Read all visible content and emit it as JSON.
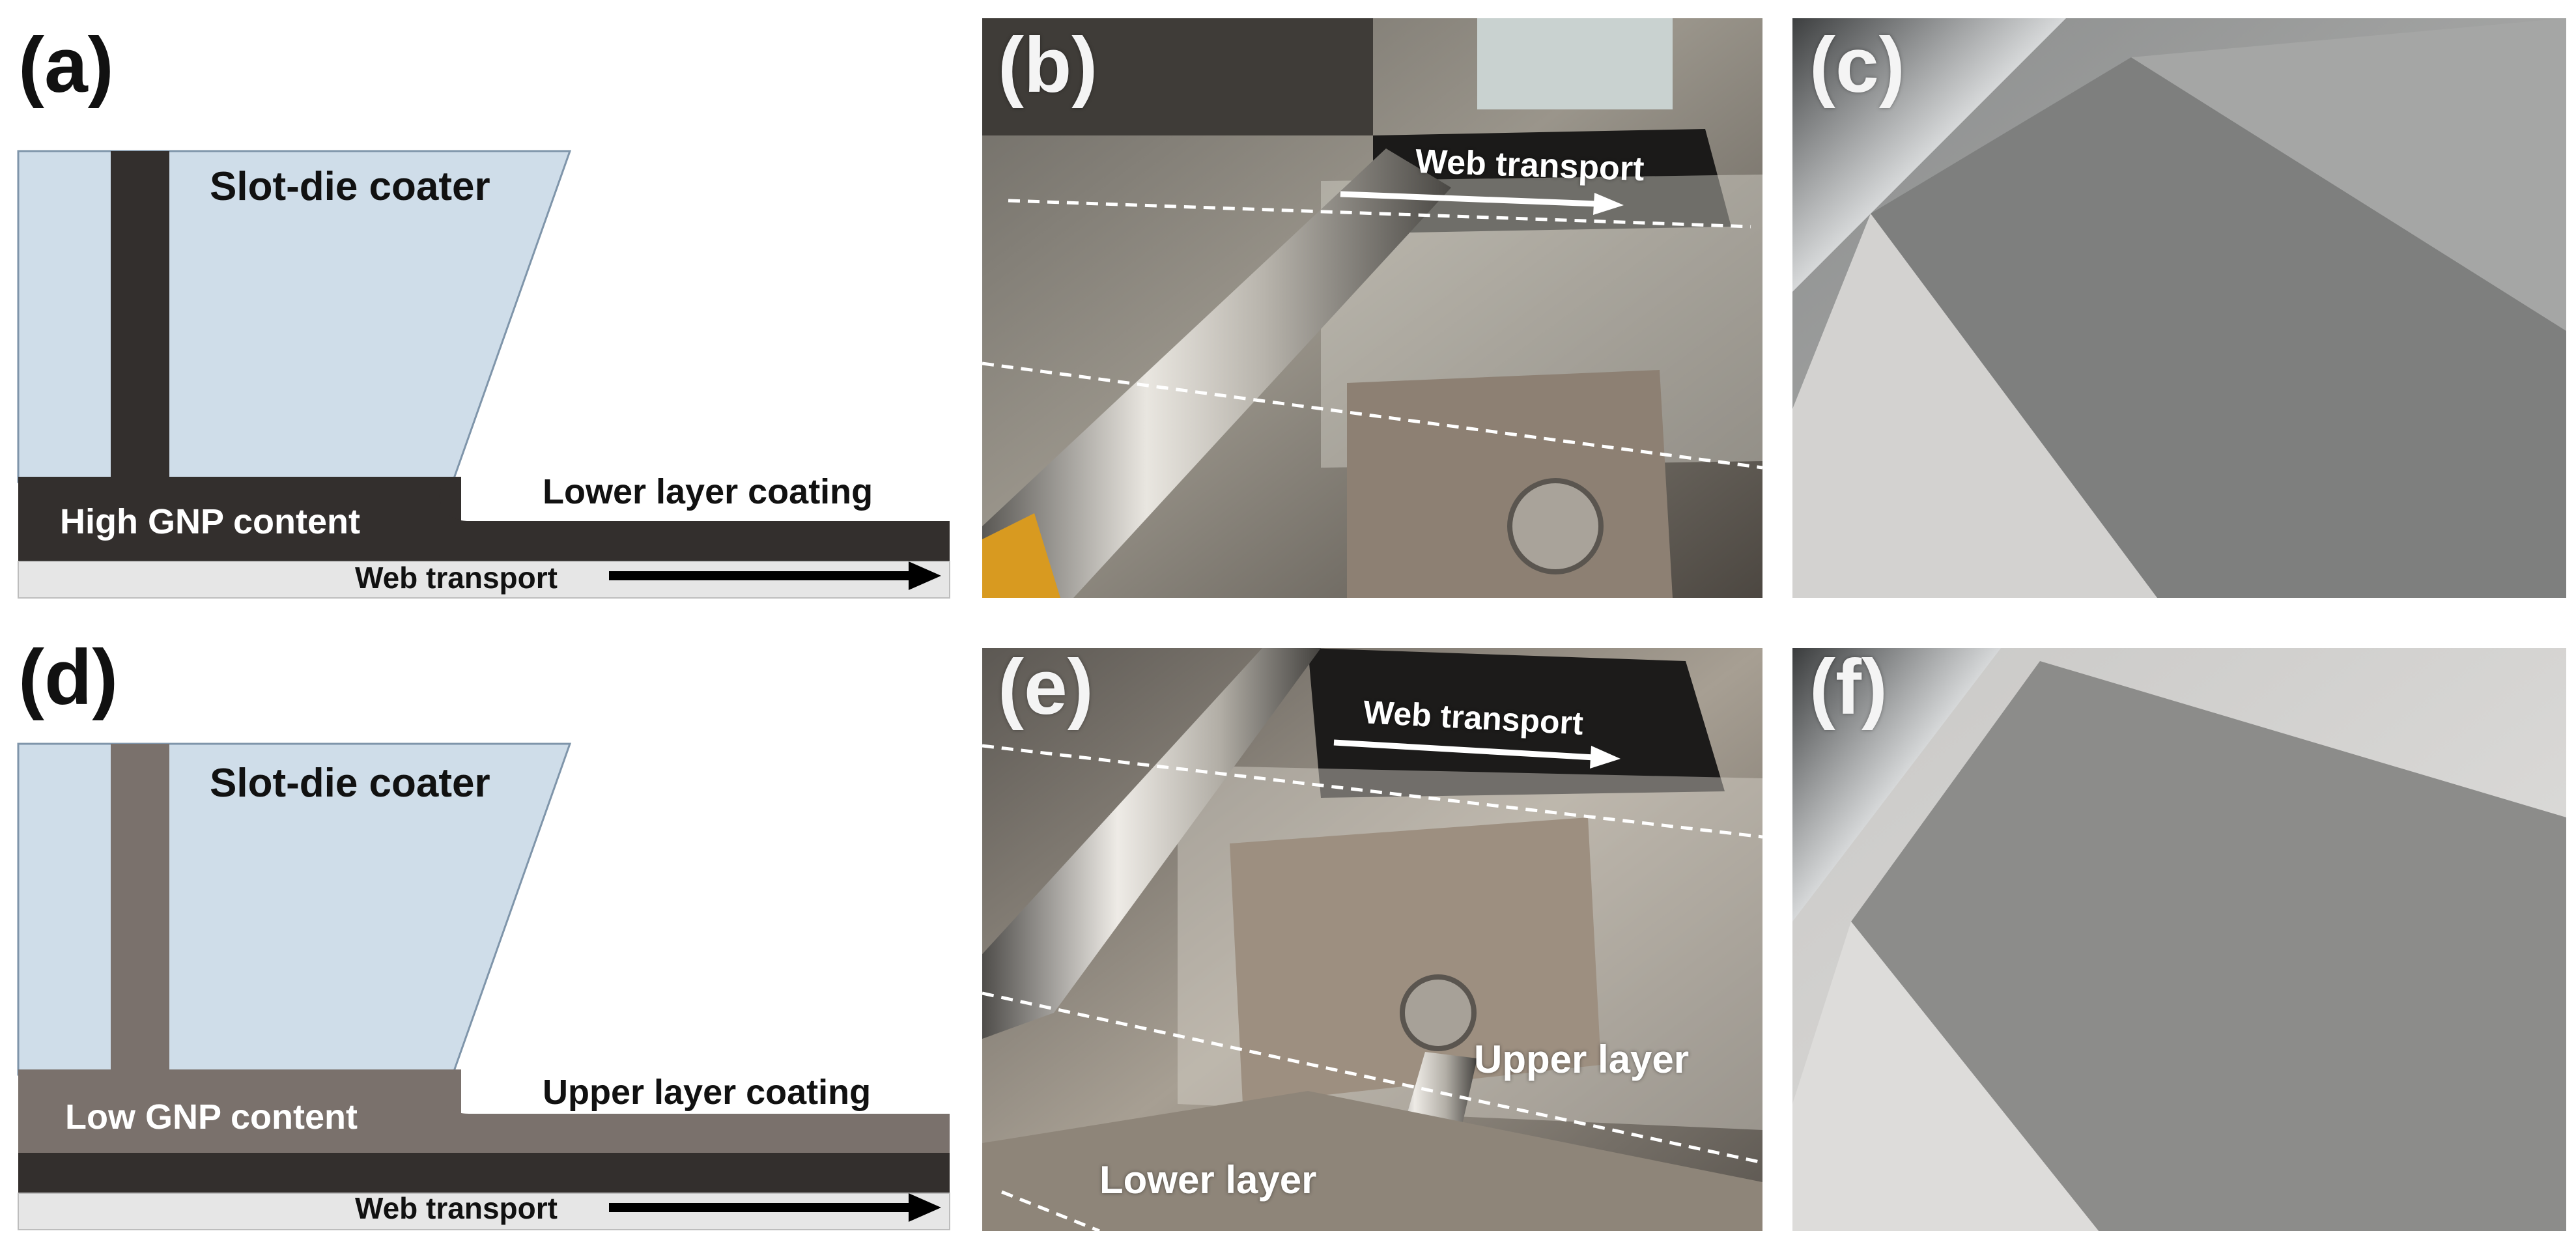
{
  "panels": {
    "a": {
      "label": "(a)",
      "coater_label": "Slot-die coater",
      "content_label": "High GNP content",
      "coating_label": "Lower layer coating",
      "transport_label": "Web transport"
    },
    "b": {
      "label": "(b)",
      "transport_label": "Web transport"
    },
    "c": {
      "label": "(c)"
    },
    "d": {
      "label": "(d)",
      "coater_label": "Slot-die coater",
      "content_label": "Low GNP content",
      "coating_label": "Upper layer coating",
      "transport_label": "Web transport"
    },
    "e": {
      "label": "(e)",
      "transport_label": "Web transport",
      "upper_label": "Upper  layer",
      "lower_label": "Lower layer"
    },
    "f": {
      "label": "(f)"
    }
  },
  "colors": {
    "coater_fill": "#cfdde9",
    "dark_layer": "#332f2d",
    "light_layer": "#7a716c",
    "substrate": "#e6e6e6"
  }
}
